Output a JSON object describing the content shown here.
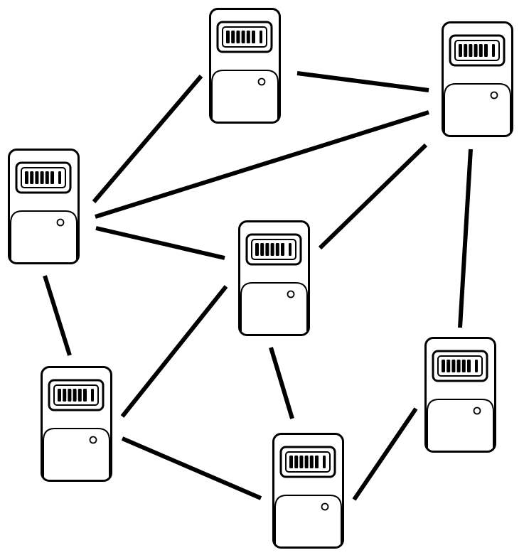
{
  "diagram": {
    "type": "network-topology",
    "background": "#ffffff",
    "stroke_color": "#000000",
    "node_icon": "server-icon",
    "nodes": [
      {
        "id": "top-center"
      },
      {
        "id": "top-right"
      },
      {
        "id": "left"
      },
      {
        "id": "center"
      },
      {
        "id": "bottom-left"
      },
      {
        "id": "bottom-center"
      },
      {
        "id": "right"
      }
    ],
    "edges": [
      [
        "top-center",
        "top-right"
      ],
      [
        "top-center",
        "left"
      ],
      [
        "left",
        "top-right"
      ],
      [
        "left",
        "center"
      ],
      [
        "left",
        "bottom-left"
      ],
      [
        "center",
        "top-right"
      ],
      [
        "center",
        "bottom-left"
      ],
      [
        "center",
        "bottom-center"
      ],
      [
        "top-right",
        "right"
      ],
      [
        "bottom-left",
        "bottom-center"
      ],
      [
        "bottom-center",
        "right"
      ]
    ]
  }
}
